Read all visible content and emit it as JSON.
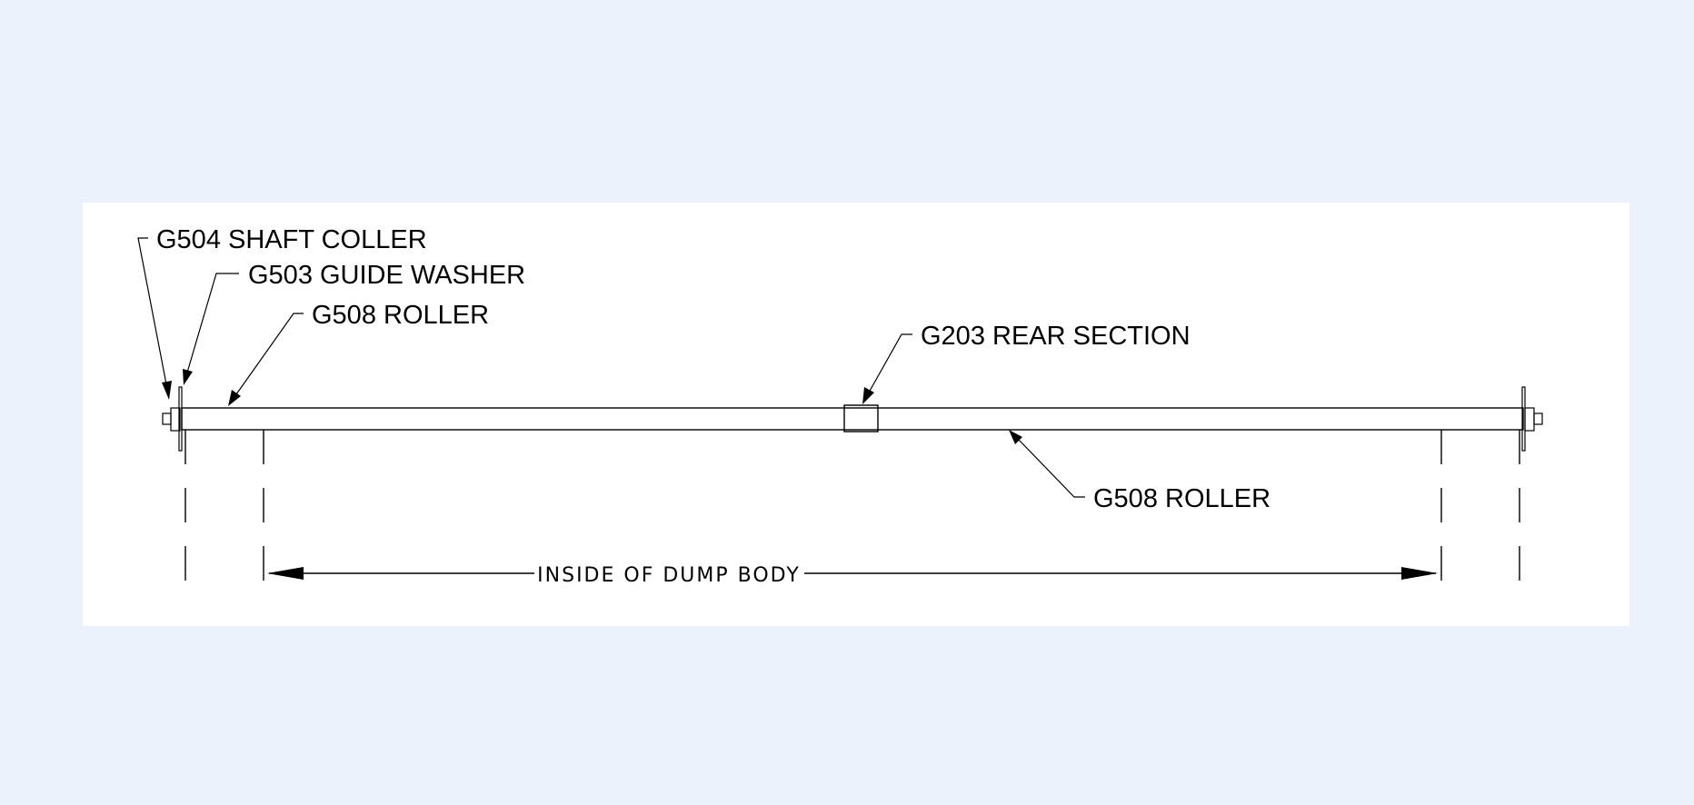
{
  "colors": {
    "page_background": "#ebf2fb",
    "sheet_background": "#ffffff",
    "ink": "#000000"
  },
  "callouts": {
    "shaft_collar": "G504 SHAFT COLLER",
    "guide_washer": "G503 GUIDE WASHER",
    "roller_left": "G508 ROLLER",
    "rear_section": "G203 REAR SECTION",
    "roller_right": "G508 ROLLER"
  },
  "dimension": {
    "label": "INSIDE OF DUMP BODY"
  }
}
